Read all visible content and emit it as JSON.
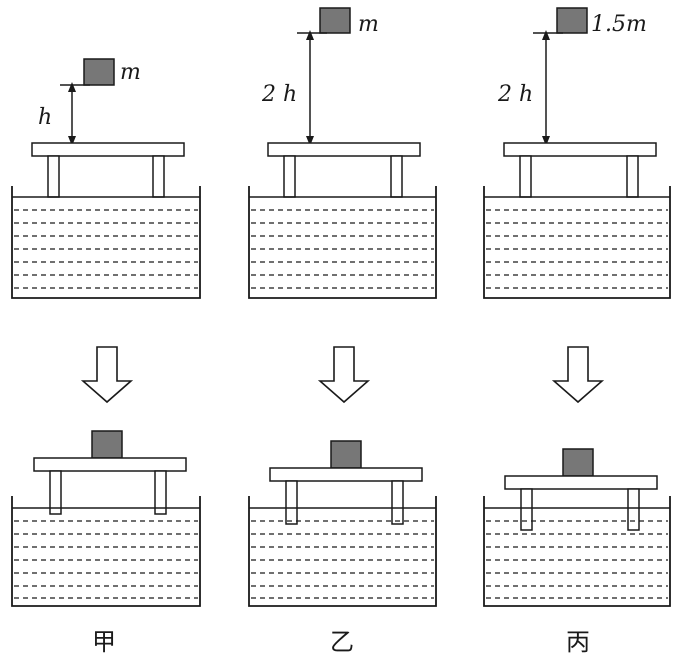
{
  "colors": {
    "ink": "#1a1a1a",
    "block": "#777777",
    "background": "#ffffff"
  },
  "panels": [
    {
      "id": "jia",
      "caption": "甲",
      "mass_label": "m",
      "height_label": "h"
    },
    {
      "id": "yi",
      "caption": "乙",
      "mass_label": "m",
      "height_label": "2 h"
    },
    {
      "id": "bing",
      "caption": "丙",
      "mass_label": "1.5m",
      "height_label": "2 h"
    }
  ]
}
